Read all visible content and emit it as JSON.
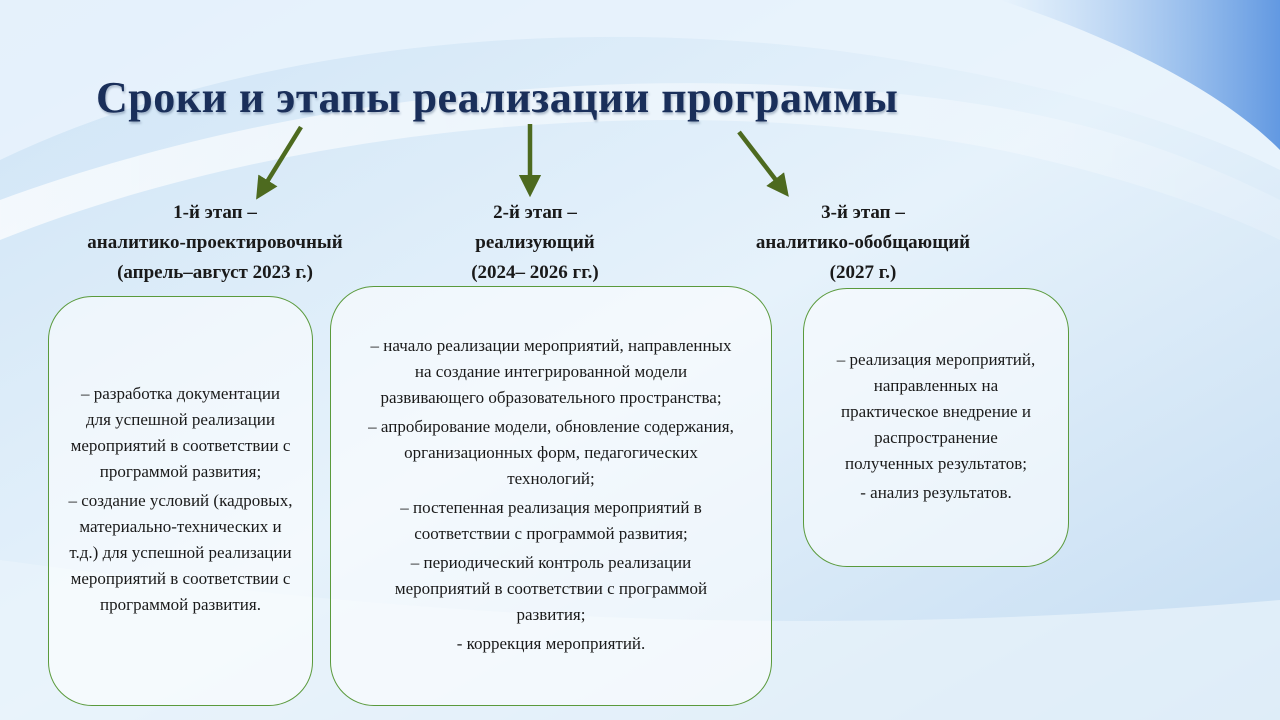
{
  "title": "Сроки и этапы реализации программы",
  "stages": [
    {
      "header": [
        "1-й этап –",
        "аналитико-проектировочный",
        "(апрель–август 2023 г.)"
      ],
      "items": [
        "– разработка документации для успешной реализации мероприятий в соответствии с программой развития;",
        "– создание условий (кадровых, материально-технических и т.д.) для успешной реализации мероприятий в соответствии с программой развития."
      ]
    },
    {
      "header": [
        "2-й этап –",
        "реализующий",
        "(2024– 2026 гг.)"
      ],
      "items": [
        "– начало реализации мероприятий, направленных на создание интегрированной модели развивающего образовательного пространства;",
        "– апробирование модели, обновление содержания, организационных форм, педагогических технологий;",
        "– постепенная реализация мероприятий в соответствии с программой развития;",
        "– периодический контроль реализации мероприятий в соответствии с программой развития;",
        "- коррекция мероприятий."
      ]
    },
    {
      "header": [
        "3-й этап –",
        "аналитико-обобщающий",
        "(2027 г.)"
      ],
      "items": [
        "– реализация мероприятий, направленных на практическое внедрение и распространение полученных результатов;",
        "- анализ результатов."
      ]
    }
  ],
  "colors": {
    "title": "#1a2f5a",
    "arrow": "#4d6a1f",
    "box_border": "#5a9a3c",
    "background": "#d6eaf8"
  }
}
